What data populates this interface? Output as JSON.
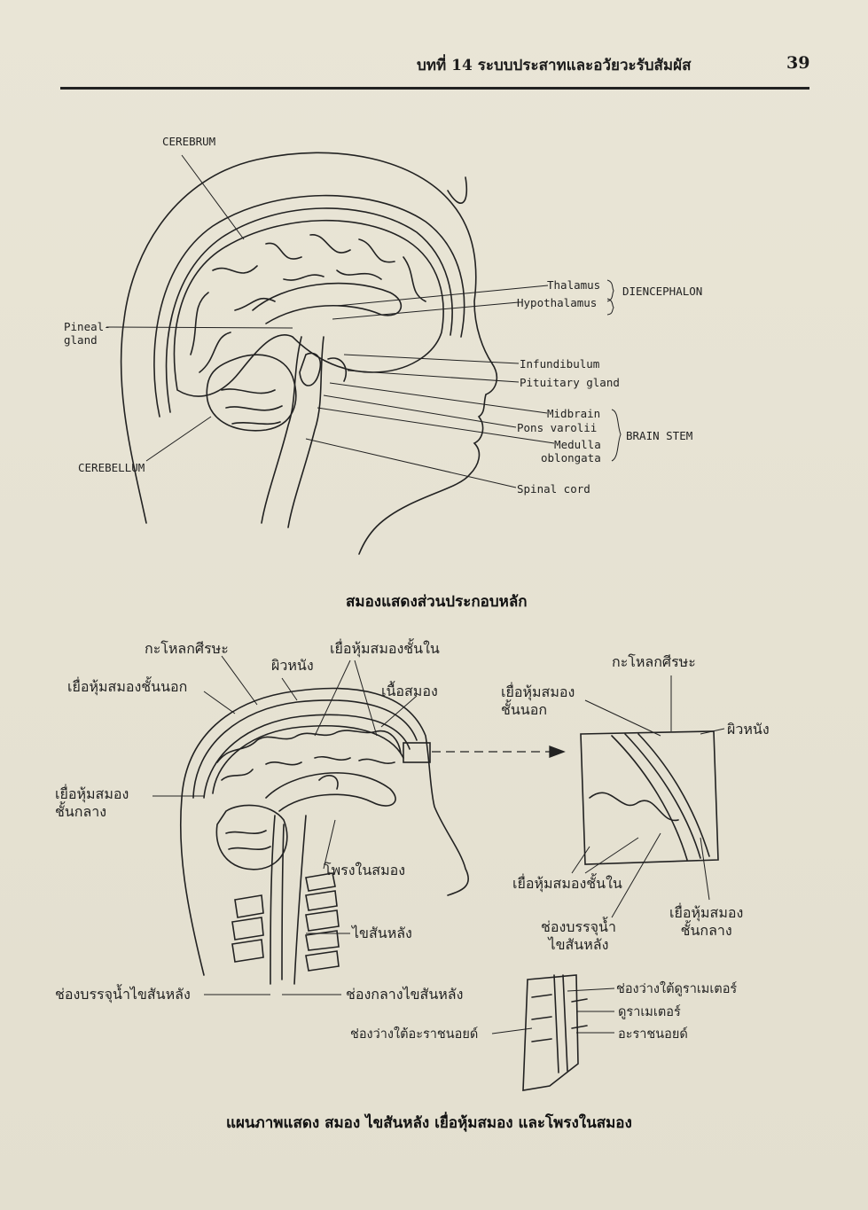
{
  "header": {
    "chapter": "บทที่ 14 ระบบประสาทและอวัยวะรับสัมผัส",
    "page_number": "39"
  },
  "figure1": {
    "labels": {
      "cerebrum": "CEREBRUM",
      "pineal": "Pineal-\ngland",
      "cerebellum": "CEREBELLUM",
      "thalamus": "Thalamus",
      "hypothalamus": "Hypothalamus",
      "diencephalon": "DIENCEPHALON",
      "infundibulum": "Infundibulum",
      "pituitary": "Pituitary gland",
      "midbrain": "Midbrain",
      "pons": "Pons varolii",
      "medulla": "Medulla\noblongata",
      "brain_stem": "BRAIN STEM",
      "spinal_cord": "Spinal cord"
    },
    "caption": "สมองแสดงส่วนประกอบหลัก"
  },
  "figure2": {
    "labels": {
      "skull": "กะโหลกศีรษะ",
      "skin": "ผิวหนัง",
      "pia_mater": "เยื่อหุ้มสมองชั้นใน",
      "dura_mater": "เยื่อหุ้มสมองชั้นนอก",
      "brain_tissue": "เนื้อสมอง",
      "arachnoid": "เยื่อหุ้มสมอง\nชั้นกลาง",
      "ventricle": "โพรงในสมอง",
      "spinal_cord": "ไขสันหลัง",
      "csf_space": "ช่องบรรจุน้ำไขสันหลัง",
      "central_canal": "ช่องกลางไขสันหลัง"
    },
    "inset_labels": {
      "skull": "กะโหลกศีรษะ",
      "dura_mater": "เยื่อหุ้มสมอง\nชั้นนอก",
      "skin": "ผิวหนัง",
      "pia_mater": "เยื่อหุ้มสมองชั้นใน",
      "csf_space": "ช่องบรรจุน้ำ\nไขสันหลัง",
      "arachnoid": "เยื่อหุ้มสมอง\nชั้นกลาง"
    },
    "spine_labels": {
      "subdural": "ช่องว่างใต้ดูราเมเตอร์",
      "dura": "ดูราเมเตอร์",
      "arachnoid": "อะราชนอยด์",
      "subarachnoid": "ช่องว่างใต้อะราชนอยด์"
    },
    "caption": "แผนภาพแสดง สมอง ไขสันหลัง เยื่อหุ้มสมอง และโพรงในสมอง"
  }
}
